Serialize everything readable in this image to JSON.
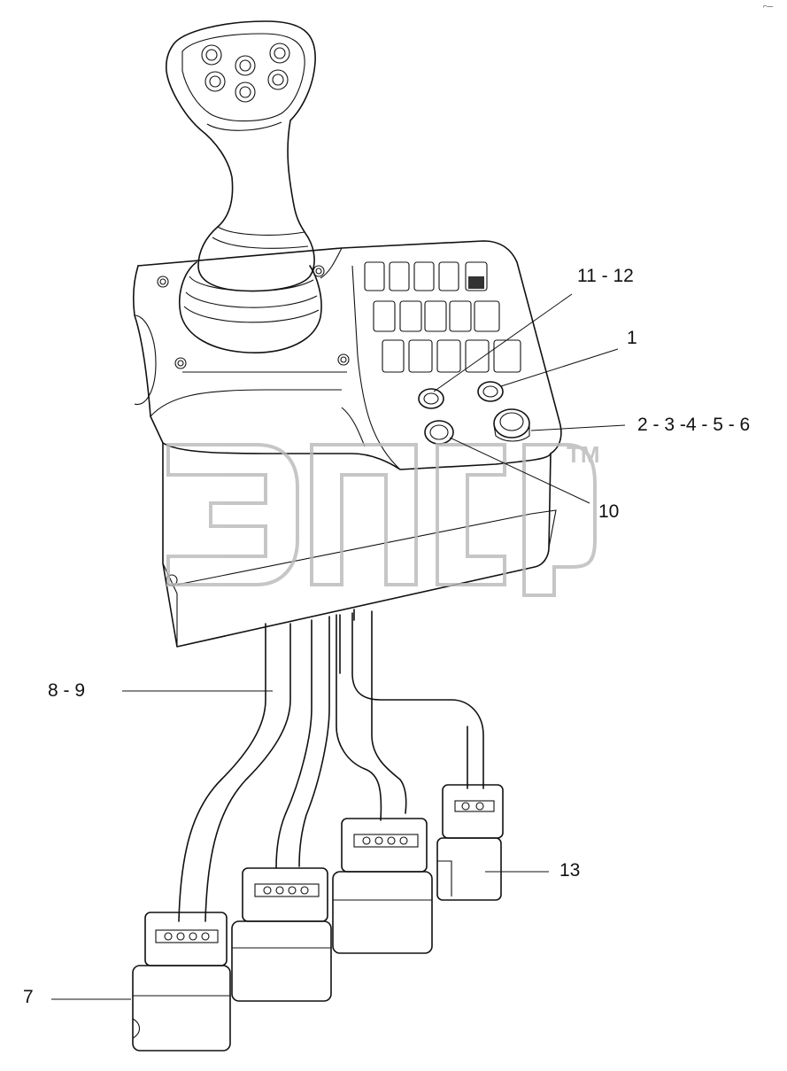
{
  "corner_mark": "⌐—",
  "callouts": [
    {
      "id": "callout-11-12",
      "text": "11 - 12"
    },
    {
      "id": "callout-1",
      "text": "1"
    },
    {
      "id": "callout-2-3-4-5-6",
      "text": "2 - 3 -4 - 5 - 6"
    },
    {
      "id": "callout-10",
      "text": "10"
    },
    {
      "id": "callout-8-9",
      "text": "8  - 9"
    },
    {
      "id": "callout-13",
      "text": "13"
    },
    {
      "id": "callout-7",
      "text": "7"
    }
  ],
  "watermark": {
    "logo": "эпср",
    "trademark": "TM"
  },
  "colors": {
    "line": "#111111",
    "watermark": "#b9b9b9",
    "background": "#ffffff"
  }
}
